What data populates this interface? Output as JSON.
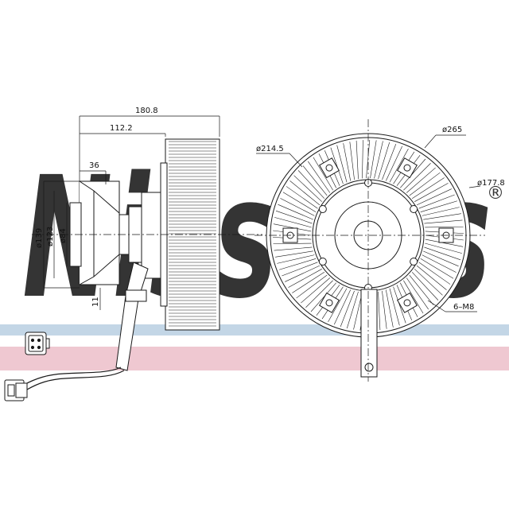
{
  "brand": {
    "logo_text": "Nissens",
    "registered_mark": "®",
    "colors": {
      "logo_blue": "#b9cfe1",
      "band_blue": "#c3d6e6",
      "band_pink": "#efc8d1",
      "line": "#1a1a1a"
    }
  },
  "side_view": {
    "dim_overall_length": "180.8",
    "dim_mid_length": "112.2",
    "dim_hub_length": "36",
    "dim_dia_1": "ø139",
    "dim_dia_2": "ø123",
    "dim_dia_3": "ø84",
    "dim_flange": "11"
  },
  "front_view": {
    "dim_outer_dia": "ø265",
    "dim_ring_dia": "ø214.5",
    "dim_inner_dia": "ø177.8",
    "dim_bolts": "6–M8"
  },
  "icons": [
    "connector-pinout-icon",
    "plug-connector-icon"
  ]
}
